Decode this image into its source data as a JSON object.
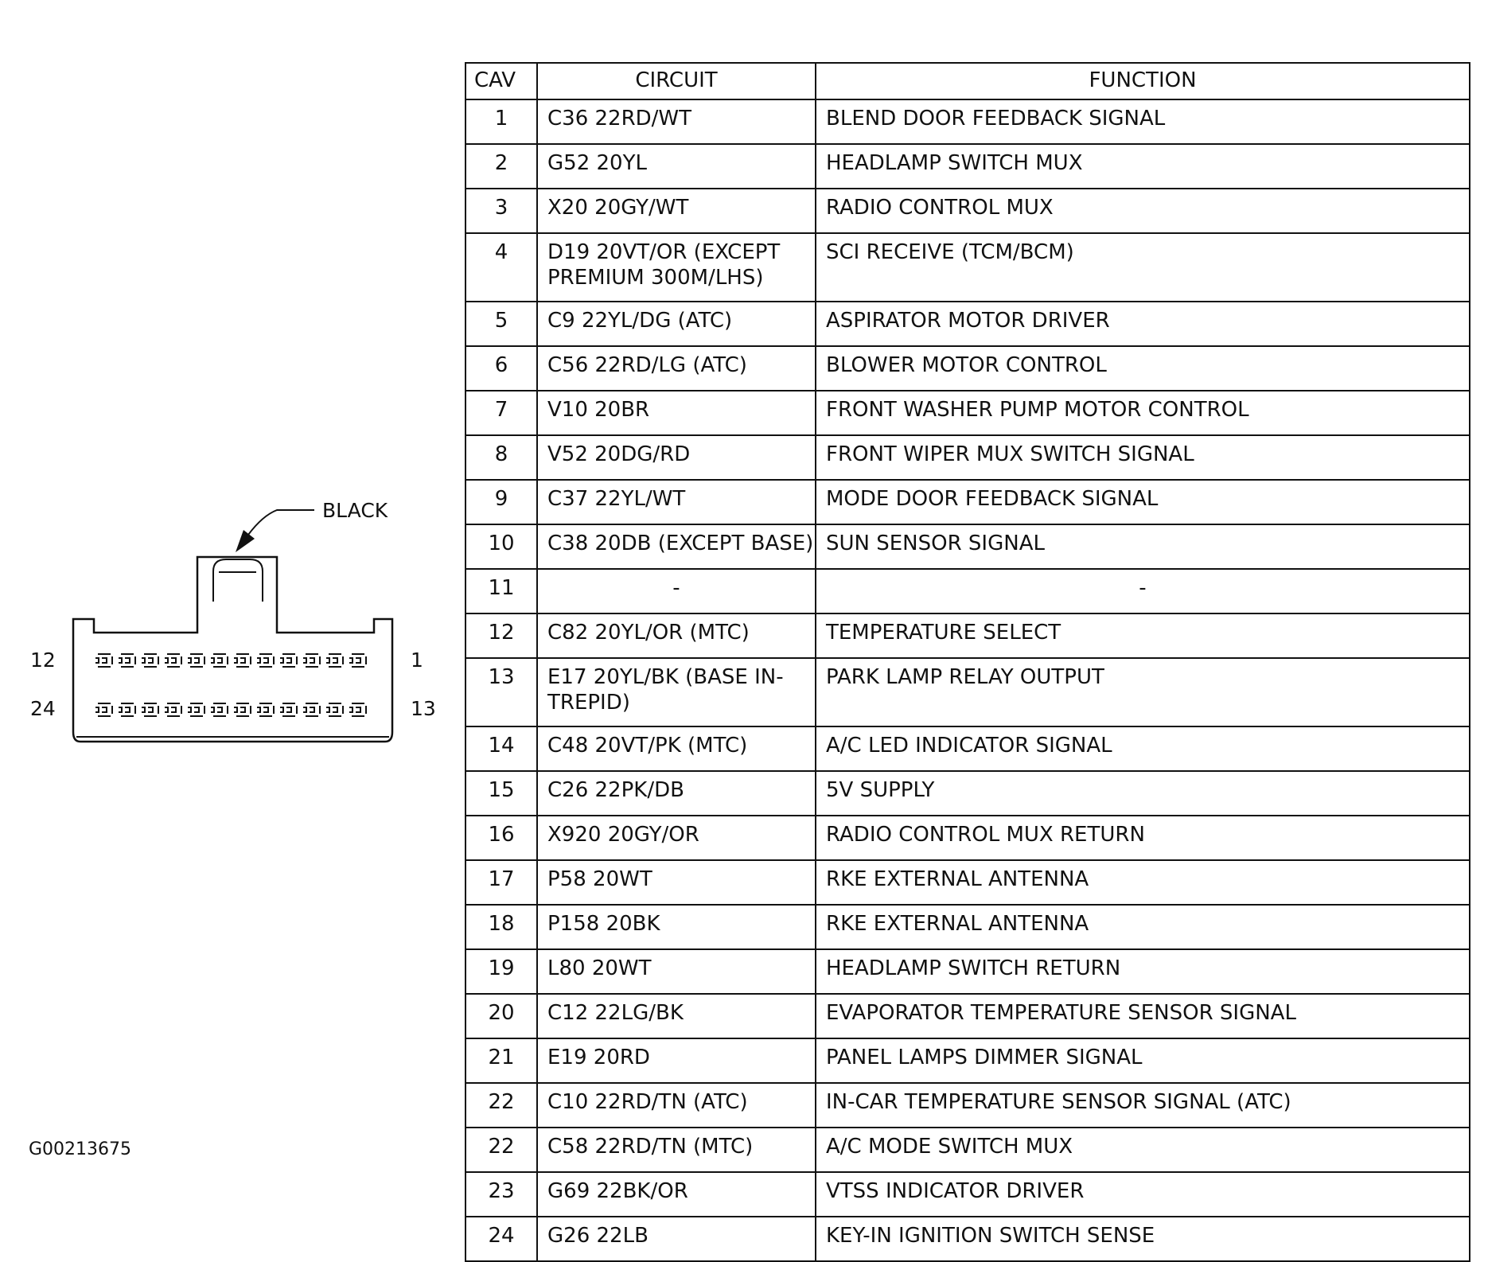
{
  "connector": {
    "color_label": "BLACK",
    "pin_label_top_left": "12",
    "pin_label_top_right": "1",
    "pin_label_bottom_left": "24",
    "pin_label_bottom_right": "13",
    "pins_per_row": 12
  },
  "table": {
    "headers": {
      "cav": "CAV",
      "circuit": "CIRCUIT",
      "function": "FUNCTION"
    },
    "rows": [
      {
        "cav": "1",
        "circuit": "C36 22RD/WT",
        "function": "BLEND DOOR FEEDBACK SIGNAL"
      },
      {
        "cav": "2",
        "circuit": "G52 20YL",
        "function": "HEADLAMP SWITCH MUX"
      },
      {
        "cav": "3",
        "circuit": "X20 20GY/WT",
        "function": "RADIO CONTROL MUX"
      },
      {
        "cav": "4",
        "circuit": "D19 20VT/OR (EXCEPT PREMIUM 300M/LHS)",
        "function": "SCI RECEIVE (TCM/BCM)"
      },
      {
        "cav": "5",
        "circuit": "C9 22YL/DG (ATC)",
        "function": "ASPIRATOR MOTOR DRIVER"
      },
      {
        "cav": "6",
        "circuit": "C56 22RD/LG (ATC)",
        "function": "BLOWER MOTOR CONTROL"
      },
      {
        "cav": "7",
        "circuit": "V10 20BR",
        "function": "FRONT WASHER PUMP MOTOR CONTROL"
      },
      {
        "cav": "8",
        "circuit": "V52 20DG/RD",
        "function": "FRONT WIPER MUX SWITCH SIGNAL"
      },
      {
        "cav": "9",
        "circuit": "C37 22YL/WT",
        "function": "MODE DOOR FEEDBACK SIGNAL"
      },
      {
        "cav": "10",
        "circuit": "C38 20DB (EXCEPT BASE)",
        "function": "SUN SENSOR SIGNAL"
      },
      {
        "cav": "11",
        "circuit": "-",
        "function": "-"
      },
      {
        "cav": "12",
        "circuit": "C82 20YL/OR (MTC)",
        "function": "TEMPERATURE SELECT"
      },
      {
        "cav": "13",
        "circuit": "E17 20YL/BK (BASE IN-TREPID)",
        "function": "PARK LAMP RELAY OUTPUT"
      },
      {
        "cav": "14",
        "circuit": "C48 20VT/PK (MTC)",
        "function": "A/C LED INDICATOR SIGNAL"
      },
      {
        "cav": "15",
        "circuit": "C26 22PK/DB",
        "function": "5V SUPPLY"
      },
      {
        "cav": "16",
        "circuit": "X920 20GY/OR",
        "function": "RADIO CONTROL MUX RETURN"
      },
      {
        "cav": "17",
        "circuit": "P58 20WT",
        "function": "RKE EXTERNAL ANTENNA"
      },
      {
        "cav": "18",
        "circuit": "P158 20BK",
        "function": "RKE EXTERNAL ANTENNA"
      },
      {
        "cav": "19",
        "circuit": "L80 20WT",
        "function": "HEADLAMP SWITCH RETURN"
      },
      {
        "cav": "20",
        "circuit": "C12 22LG/BK",
        "function": "EVAPORATOR TEMPERATURE SENSOR SIGNAL"
      },
      {
        "cav": "21",
        "circuit": "E19 20RD",
        "function": "PANEL LAMPS DIMMER SIGNAL"
      },
      {
        "cav": "22",
        "circuit": "C10 22RD/TN (ATC)",
        "function": "IN-CAR TEMPERATURE SENSOR SIGNAL (ATC)"
      },
      {
        "cav": "22",
        "circuit": "C58 22RD/TN (MTC)",
        "function": "A/C MODE SWITCH MUX"
      },
      {
        "cav": "23",
        "circuit": "G69 22BK/OR",
        "function": "VTSS INDICATOR DRIVER"
      },
      {
        "cav": "24",
        "circuit": "G26 22LB",
        "function": "KEY-IN IGNITION SWITCH SENSE"
      }
    ]
  },
  "figure_id": "G00213675"
}
